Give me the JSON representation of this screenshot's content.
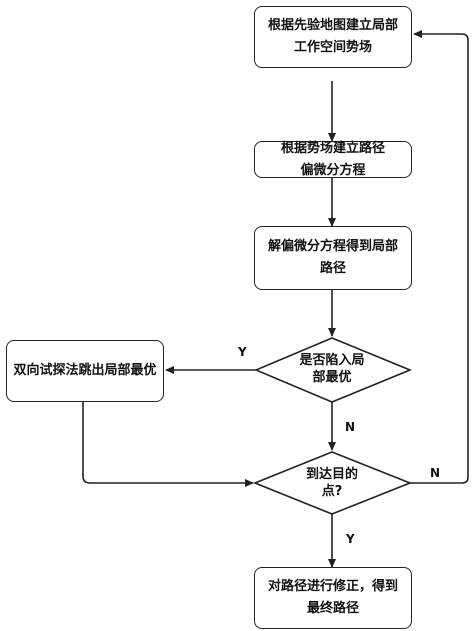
{
  "nodes": {
    "step1": "根据先验地图建立局部工作空间势场",
    "step2": "根据势场建立路径偏微分方程",
    "step3": "解偏微分方程得到局部路径",
    "decision_local_optimum": "是否陷入局部最优",
    "escape": "双向试探法跳出局部最优",
    "decision_goal": "到达目的点?",
    "final": "对路径进行修正，得到最终路径"
  },
  "labels": {
    "local_optimum_yes": "Y",
    "local_optimum_no": "N",
    "goal_no": "N",
    "goal_yes": "Y"
  },
  "colors": {
    "stroke": "#222222",
    "text": "#111111",
    "background": "#ffffff"
  }
}
